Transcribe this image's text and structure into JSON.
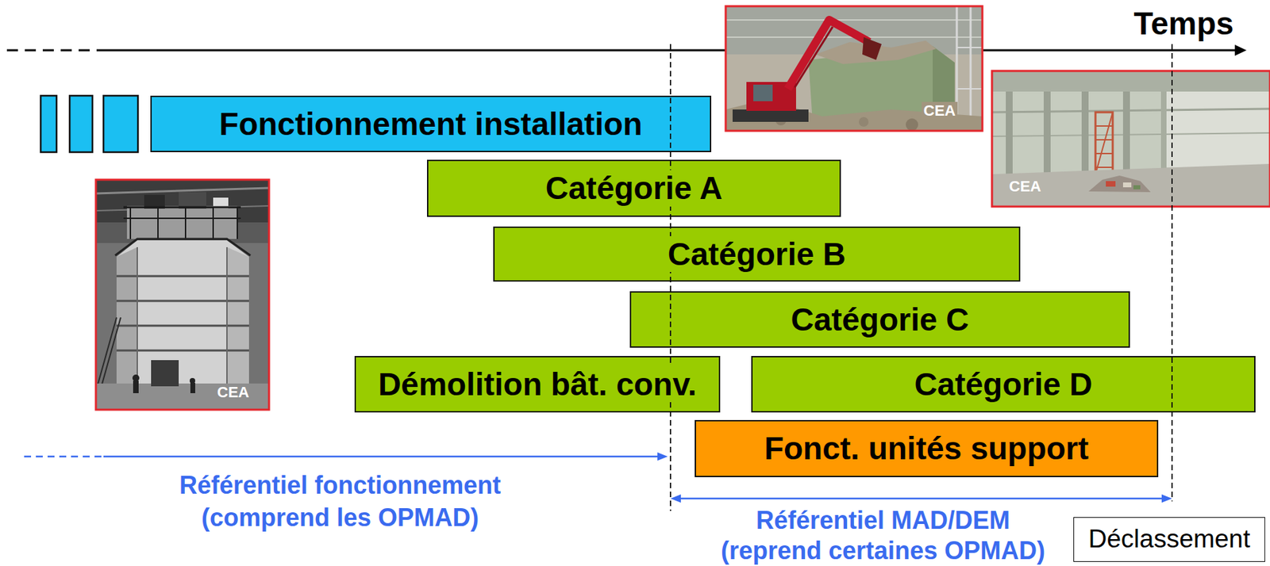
{
  "diagram": {
    "nodes": [
      {
        "text": [
          "Fonctionnement installation"
        ]
      },
      {
        "text": [
          "Catégorie A"
        ]
      },
      {
        "text": [
          "Catégorie B"
        ]
      },
      {
        "text": [
          "Catégorie C"
        ]
      },
      {
        "text": [
          "Démolition bât. conv."
        ]
      },
      {
        "text": [
          "Catégorie D"
        ]
      },
      {
        "text": [
          "Fonct. unités support"
        ]
      },
      {
        "text": [
          "Déclassement"
        ]
      }
    ],
    "labels": [
      "Temps",
      "CEA",
      "CEA",
      "CEA",
      "Référentiel fonctionnement (comprend les OPMAD)",
      "Référentiel MAD/DEM (reprend certaines OPMAD)"
    ]
  }
}
